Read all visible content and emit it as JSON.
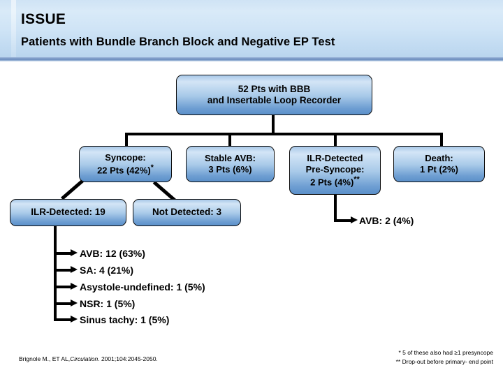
{
  "header": {
    "title": "ISSUE",
    "subtitle": "Patients with Bundle Branch Block and Negative EP Test"
  },
  "flow": {
    "root": {
      "line1": "52 Pts with BBB",
      "line2": "and Insertable Loop Recorder"
    },
    "level2": [
      {
        "name": "syncope",
        "line1": "Syncope:",
        "line2": "22 Pts (42%)",
        "marker": "*"
      },
      {
        "name": "stable-avb",
        "line1": "Stable AVB:",
        "line2": "3 Pts (6%)",
        "marker": ""
      },
      {
        "name": "ilr-detected-pre-syncope",
        "line1": "ILR-Detected",
        "line2": "Pre-Syncope:",
        "line3": "2 Pts (4%)",
        "marker": "**"
      },
      {
        "name": "death",
        "line1": "Death:",
        "line2": "1 Pt (2%)",
        "marker": ""
      }
    ],
    "level3": [
      {
        "name": "ilr-detected",
        "label": "ILR-Detected: 19"
      },
      {
        "name": "not-detected",
        "label": "Not Detected: 3"
      }
    ],
    "ilr_outcomes": [
      "AVB: 12 (63%)",
      "SA: 4 (21%)",
      "Asystole-undefined: 1 (5%)",
      "NSR: 1 (5%)",
      "Sinus tachy: 1 (5%)"
    ],
    "presyncope_outcome": "AVB: 2 (4%)"
  },
  "footer": {
    "citation_pre": "Brignole M., ET AL,",
    "citation_journal": "Circulation",
    "citation_post": ". 2001;104:2045-2050.",
    "footnote_1": "* 5 of these also had ≥1 presyncope",
    "footnote_2": "** Drop-out before primary- end point"
  },
  "colors": {
    "header_top": "#d9eaf8",
    "header_bottom": "#b4d1ec",
    "header_rule": "#6e8fc0",
    "node_light": "#d3e5f6",
    "node_dark": "#5b90ca",
    "ink": "#000000"
  }
}
